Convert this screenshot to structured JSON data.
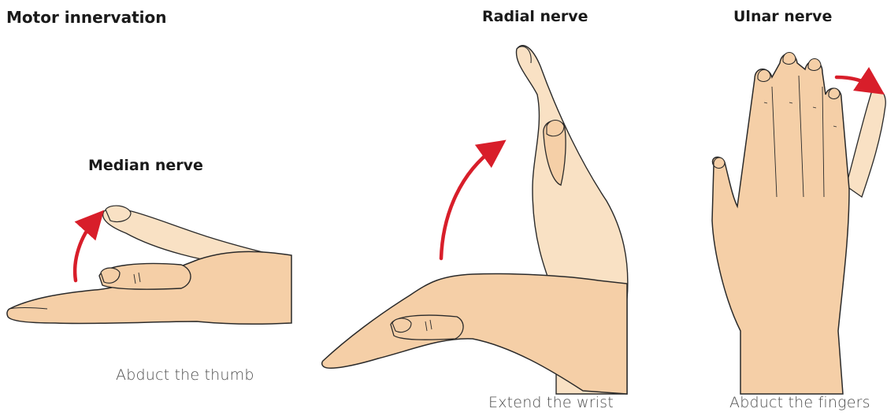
{
  "figure": {
    "title": "Motor innervation"
  },
  "panels": [
    {
      "nerve": "Median nerve",
      "action": "Abduct the thumb",
      "arrow_icon": "curved-arrow-icon"
    },
    {
      "nerve": "Radial nerve",
      "action": "Extend the wrist",
      "arrow_icon": "curved-arrow-icon"
    },
    {
      "nerve": "Ulnar nerve",
      "action": "Abduct the fingers",
      "arrow_icon": "curved-arrow-icon"
    }
  ],
  "colors": {
    "skin": "#f5cfa7",
    "skin_faded": "#f9e1c4",
    "outline": "#2a2a2a",
    "arrow": "#d81e2a",
    "text": "#1a1a1a",
    "caption": "#4d4d4d"
  }
}
